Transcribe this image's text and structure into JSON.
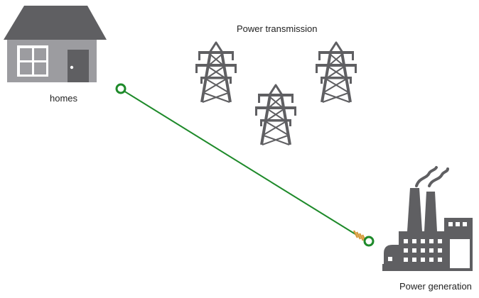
{
  "labels": {
    "homes": "homes",
    "power_transmission": "Power transmission",
    "power_generation": "Power generation"
  },
  "icons": {
    "home": "house-icon",
    "tower": "transmission-tower-icon",
    "plant": "power-plant-icon"
  },
  "colors": {
    "icon_gray": "#5f5f62",
    "window_light": "#ffffff",
    "wire_green": "#1e8a2a",
    "coil_orange": "#d59a3b"
  }
}
